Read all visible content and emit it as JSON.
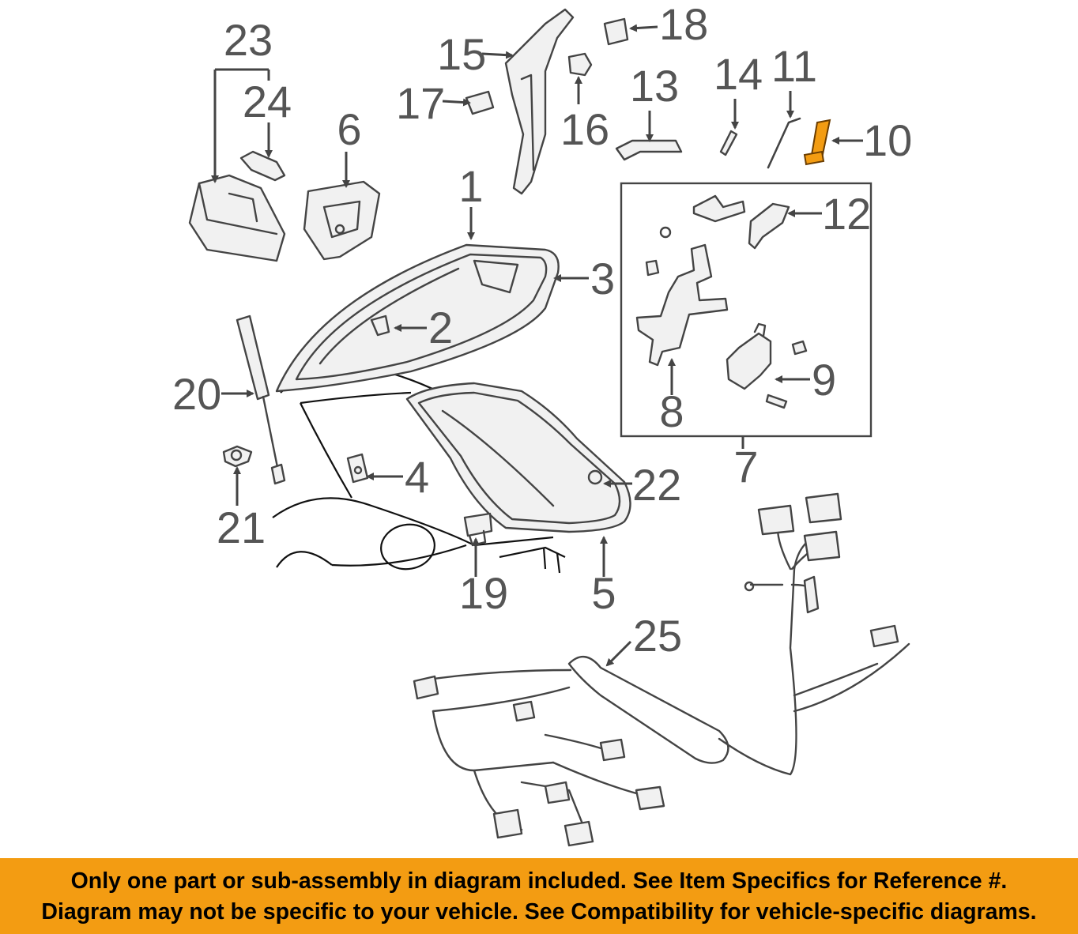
{
  "callouts": {
    "c1": "1",
    "c2": "2",
    "c3": "3",
    "c4": "4",
    "c5": "5",
    "c6": "6",
    "c7": "7",
    "c8": "8",
    "c9": "9",
    "c10": "10",
    "c11": "11",
    "c12": "12",
    "c13": "13",
    "c14": "14",
    "c15": "15",
    "c16": "16",
    "c17": "17",
    "c18": "18",
    "c19": "19",
    "c20": "20",
    "c21": "21",
    "c22": "22",
    "c23": "23",
    "c24": "24",
    "c25": "25"
  },
  "highlight": {
    "part": "10",
    "color": "#f39c12"
  },
  "colors": {
    "line": "#444444",
    "label": "#555555",
    "banner": "#f39c12"
  },
  "banner": {
    "line1": "Only one part or sub-assembly in diagram included. See Item Specifics for Reference #.",
    "line2": "Diagram may not be specific to your vehicle. See Compatibility for vehicle-specific diagrams."
  }
}
